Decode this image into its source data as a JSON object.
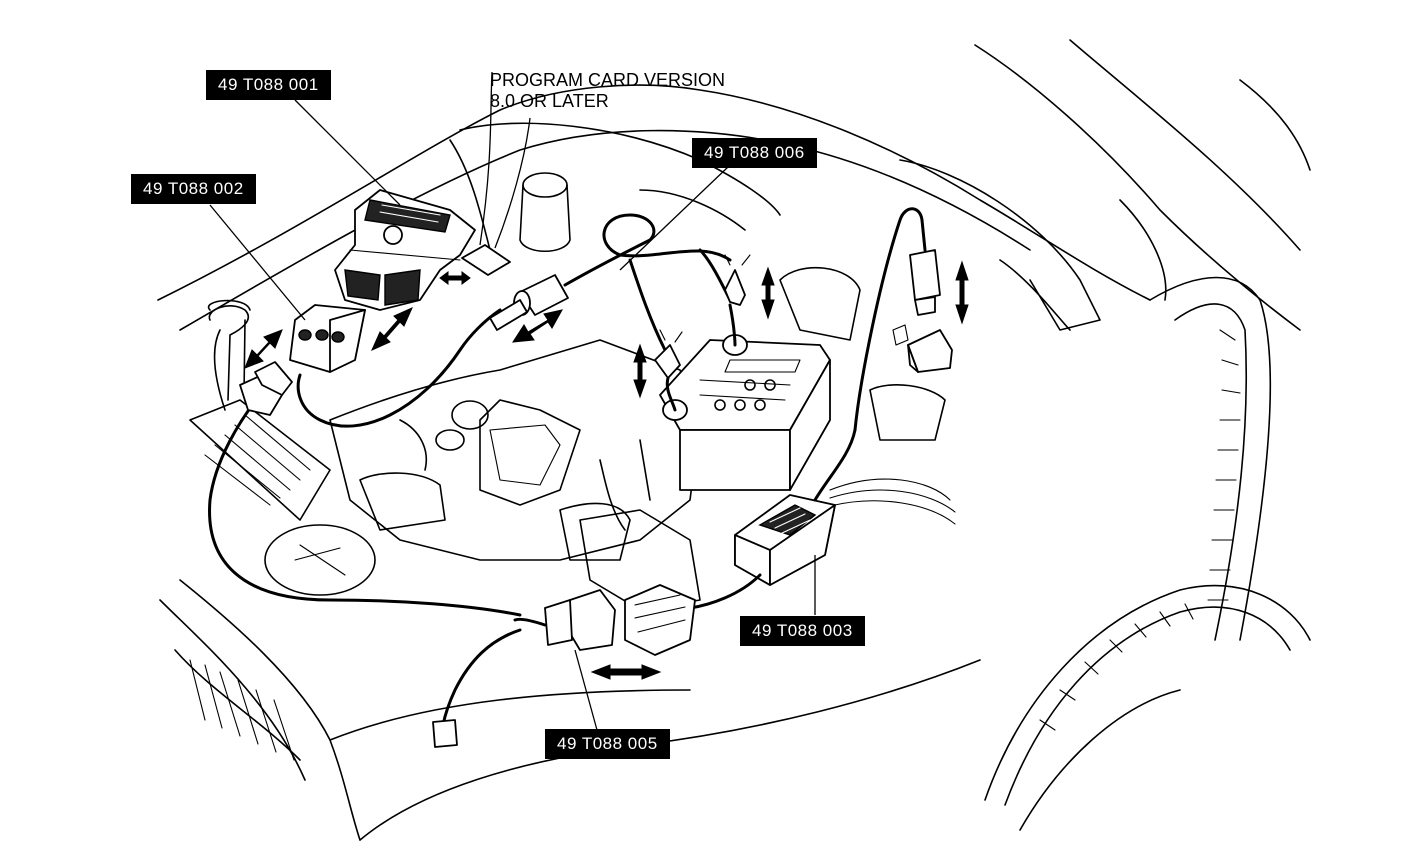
{
  "labels": {
    "part_001": "49 T088 001",
    "part_002": "49 T088 002",
    "part_003": "49 T088 003",
    "part_005": "49 T088 005",
    "part_006": "49 T088 006"
  },
  "note": {
    "line1": "PROGRAM CARD VERSION",
    "line2": "8.0 OR LATER"
  }
}
